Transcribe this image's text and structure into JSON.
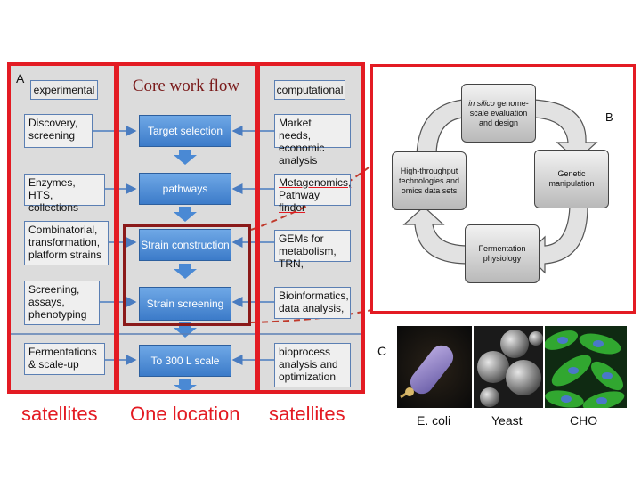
{
  "panel_a": {
    "label": "A",
    "experimental_header": "experimental",
    "core_title": "Core work flow",
    "computational_header": "computational",
    "experimental_items": [
      "Discovery,\nscreening",
      "Enzymes, HTS,\ncollections",
      "Combinatorial,\ntransformation,\nplatform strains",
      "Screening,\nassays,\nphenotyping",
      "Fermentations\n& scale-up"
    ],
    "workflow_steps": [
      "Target selection",
      "pathways",
      "Strain construction",
      "Strain screening",
      "To 300 L scale"
    ],
    "computational_items": [
      "Market needs,\neconomic analysis",
      "Metagenomics,\nPathway finder",
      "GEMs for\nmetabolism, TRN,",
      "Bioinformatics,\ndata analysis,",
      "bioprocess\nanalysis and\noptimization"
    ],
    "bottom_labels": [
      "satellites",
      "One location",
      "satellites"
    ]
  },
  "panel_b": {
    "label": "B",
    "nodes": [
      {
        "italic": "in silico",
        "text": "genome-scale evaluation and design"
      },
      {
        "italic": "",
        "text": "Genetic manipulation"
      },
      {
        "italic": "",
        "text": "Fermentation physiology"
      },
      {
        "italic": "",
        "text": "High-throughput technologies and omics data sets"
      }
    ]
  },
  "panel_c": {
    "label": "C",
    "organisms": [
      "E. coli",
      "Yeast",
      "CHO"
    ]
  },
  "colors": {
    "red": "#e31b23",
    "workflow_blue": "#4a89d4",
    "panel_gray": "#dcdcdc"
  }
}
